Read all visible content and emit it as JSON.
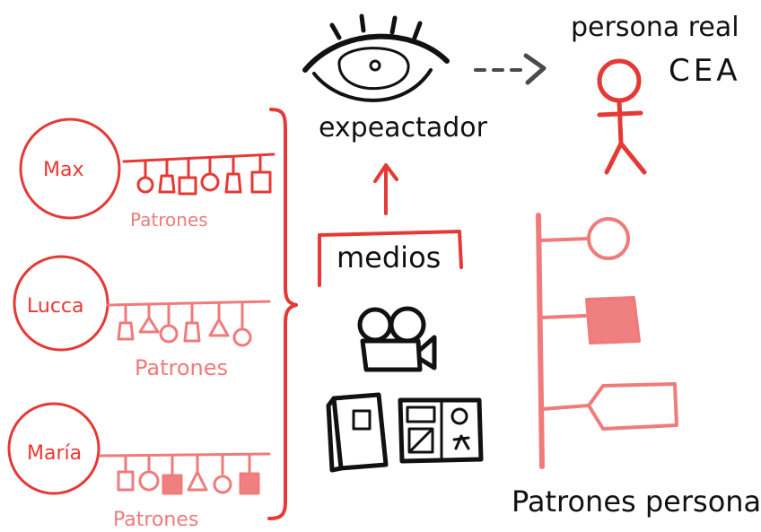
{
  "colors": {
    "red": "#e53935",
    "pink": "#ef7b7b",
    "pink_fill": "#f08080",
    "ink": "#111111",
    "arrow_gray": "#4a4a4a"
  },
  "viewer": {
    "label": "expeactador",
    "icon": "eye-icon"
  },
  "real_person": {
    "label": "persona real",
    "tag": "CEA",
    "icon": "stick-figure-icon"
  },
  "media": {
    "label": "medios",
    "icons": [
      "film-camera-icon",
      "book-icon",
      "comic-page-icon"
    ]
  },
  "people": [
    {
      "name": "Max",
      "patterns_label": "Patrones"
    },
    {
      "name": "Lucca",
      "patterns_label": "Patrones"
    },
    {
      "name": "María",
      "patterns_label": "Patrones"
    }
  ],
  "persona_patterns": {
    "label": "Patrones persona"
  }
}
